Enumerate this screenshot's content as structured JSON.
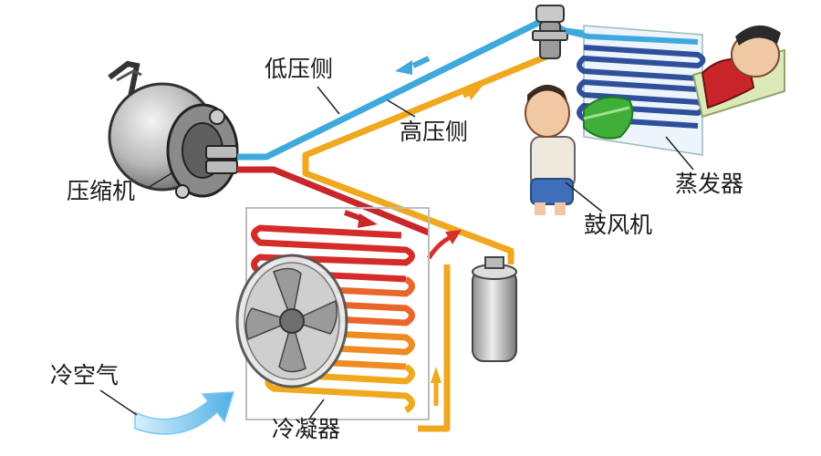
{
  "labels": {
    "compressor": "压缩机",
    "low_pressure_side": "低压侧",
    "high_pressure_side": "高压侧",
    "evaporator": "蒸发器",
    "blower": "鼓风机",
    "cold_air": "冷空气",
    "condenser": "冷凝器"
  },
  "colors": {
    "low_pressure_pipe": "#3fa9dd",
    "high_pressure_gas_pipe": "#c8262b",
    "high_pressure_liquid_pipe": "#f0a81e",
    "evaporator_coil": "#2f4f9a",
    "cold_air_arrow": "#7cc8ee"
  },
  "icons": [
    "compressor-icon",
    "condenser-fan-icon",
    "receiver-drier-icon",
    "expansion-valve-icon",
    "person-lying-icon",
    "person-standing-icon",
    "cold-air-arrow-icon"
  ]
}
